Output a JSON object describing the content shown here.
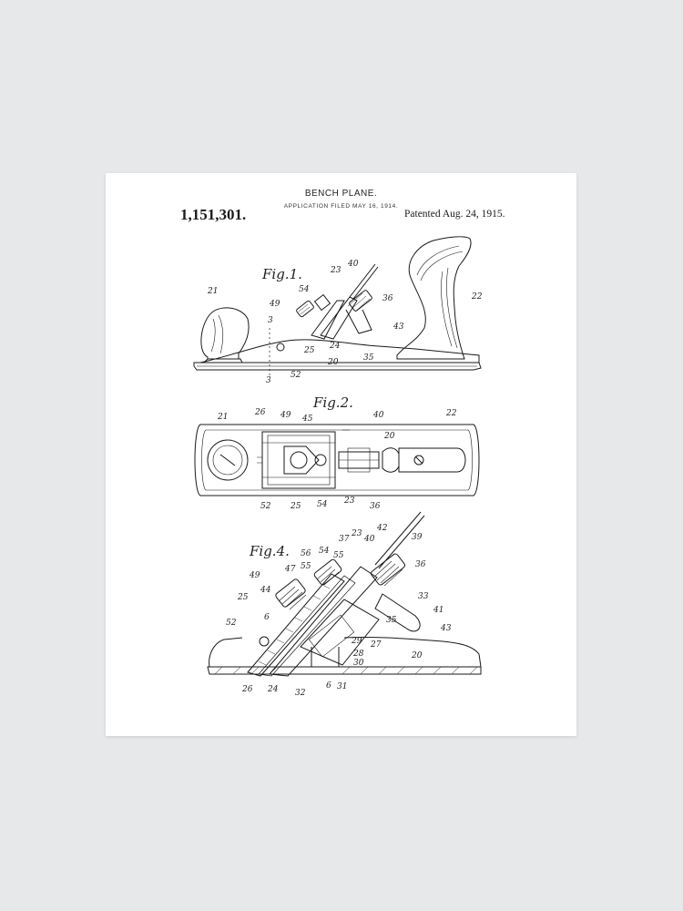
{
  "patent": {
    "title": "BENCH PLANE.",
    "application": "APPLICATION FILED MAY 16, 1914.",
    "number": "1,151,301.",
    "patented": "Patented Aug. 24, 1915."
  },
  "figures": {
    "fig1": {
      "label": "Fig.1.",
      "refs": [
        "21",
        "49",
        "54",
        "23",
        "40",
        "36",
        "43",
        "22",
        "25",
        "24",
        "35",
        "20",
        "52",
        "3",
        "3"
      ]
    },
    "fig2": {
      "label": "Fig.2.",
      "refs": [
        "21",
        "26",
        "49",
        "45",
        "40",
        "20",
        "22",
        "52",
        "25",
        "54",
        "23",
        "36"
      ]
    },
    "fig4": {
      "label": "Fig.4.",
      "refs": [
        "37",
        "23",
        "42",
        "39",
        "40",
        "54",
        "55",
        "56",
        "47",
        "55",
        "36",
        "49",
        "44",
        "33",
        "25",
        "41",
        "35",
        "43",
        "52",
        "6",
        "29",
        "27",
        "28",
        "20",
        "30",
        "26",
        "24",
        "32",
        "6",
        "31"
      ]
    }
  }
}
